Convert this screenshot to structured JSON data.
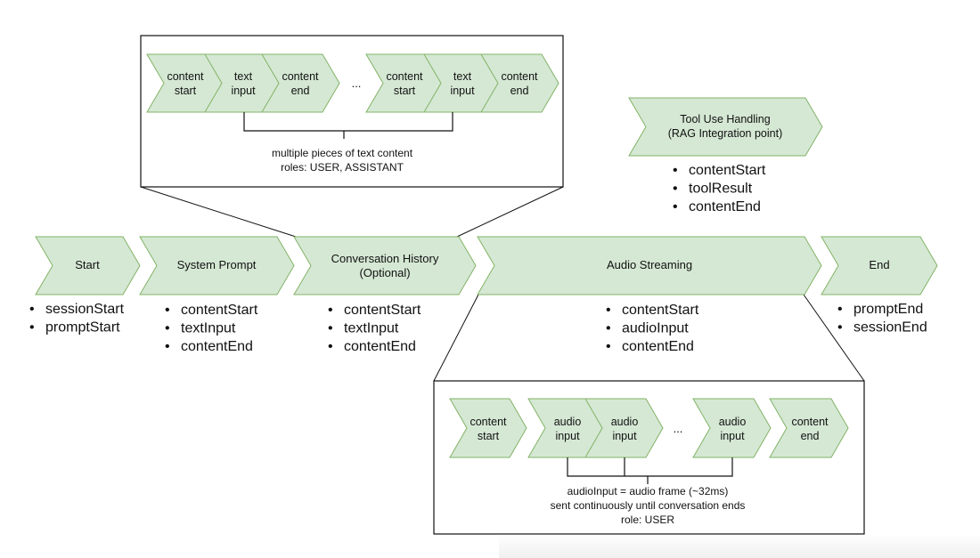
{
  "main_flow": [
    {
      "id": "start",
      "label": [
        "Start"
      ],
      "bullets": [
        "sessionStart",
        "promptStart"
      ]
    },
    {
      "id": "system-prompt",
      "label": [
        "System Prompt"
      ],
      "bullets": [
        "contentStart",
        "textInput",
        "contentEnd"
      ]
    },
    {
      "id": "conversation-history",
      "label": [
        "Conversation History",
        "(Optional)"
      ],
      "bullets": [
        "contentStart",
        "textInput",
        "contentEnd"
      ]
    },
    {
      "id": "audio-streaming",
      "label": [
        "Audio Streaming"
      ],
      "bullets": [
        "contentStart",
        "audioInput",
        "contentEnd"
      ]
    },
    {
      "id": "end",
      "label": [
        "End"
      ],
      "bullets": [
        "promptEnd",
        "sessionEnd"
      ]
    }
  ],
  "tool_use": {
    "label": [
      "Tool Use Handling",
      "(RAG Integration point)"
    ],
    "bullets": [
      "contentStart",
      "toolResult",
      "contentEnd"
    ]
  },
  "history_detail": {
    "chevrons": [
      [
        "content",
        "start"
      ],
      [
        "text",
        "input"
      ],
      [
        "content",
        "end"
      ],
      [
        "content",
        "start"
      ],
      [
        "text",
        "input"
      ],
      [
        "content",
        "end"
      ]
    ],
    "ellipsis": "...",
    "note": [
      "multiple pieces of text content",
      "roles: USER, ASSISTANT"
    ]
  },
  "audio_detail": {
    "chevrons": [
      [
        "content",
        "start"
      ],
      [
        "audio",
        "input"
      ],
      [
        "audio",
        "input"
      ],
      [
        "audio",
        "input"
      ],
      [
        "content",
        "end"
      ]
    ],
    "ellipsis": "...",
    "note": [
      "audioInput = audio frame (~32ms)",
      "sent continuously until conversation ends",
      "role: USER"
    ]
  },
  "colors": {
    "chevron_fill": "#d5e8d4",
    "chevron_stroke": "#82b366",
    "line": "#111111"
  }
}
